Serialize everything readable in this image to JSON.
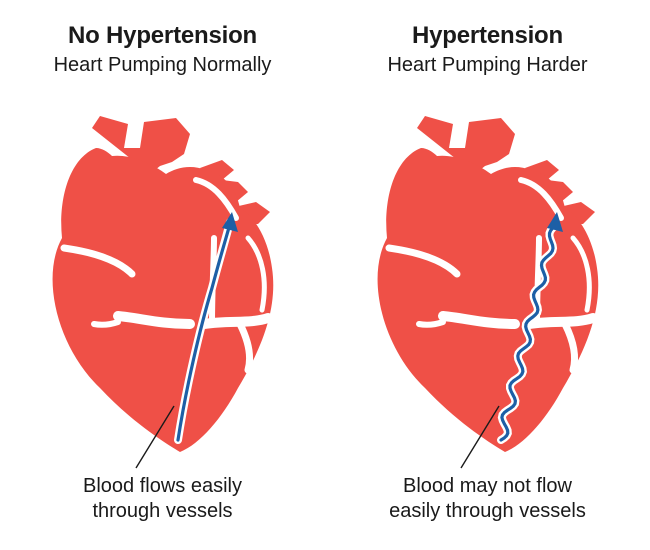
{
  "panels": [
    {
      "title": "No Hypertension",
      "subtitle": "Heart Pumping Normally",
      "caption_line1": "Blood flows easily",
      "caption_line2": "through vessels",
      "flow": "smooth"
    },
    {
      "title": "Hypertension",
      "subtitle": "Heart Pumping Harder",
      "caption_line1": "Blood may not flow",
      "caption_line2": "easily through vessels",
      "flow": "wavy"
    }
  ],
  "colors": {
    "heart": "#ef5047",
    "vessel": "#1d5fa6",
    "text": "#1a1a1a",
    "background": "#ffffff"
  }
}
